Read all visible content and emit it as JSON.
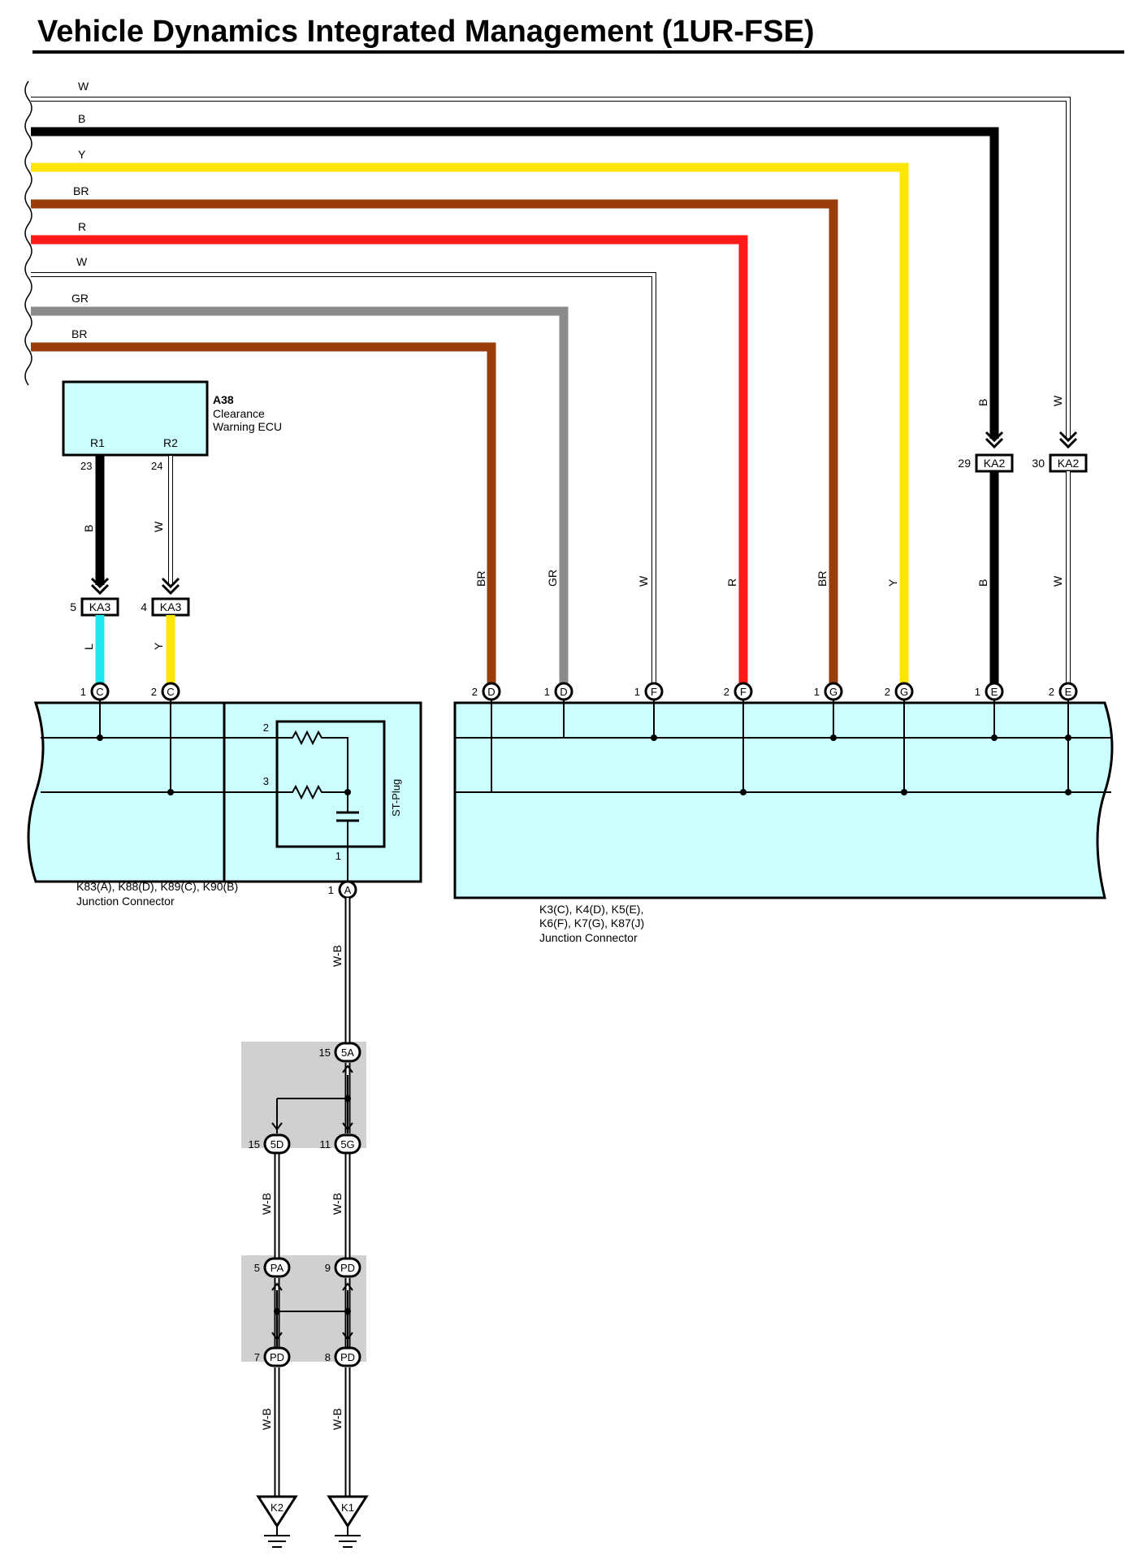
{
  "title": "Vehicle Dynamics Integrated Management (1UR-FSE)",
  "colors": {
    "W": "#ffffff",
    "B": "#000000",
    "Y": "#ffe600",
    "BR": "#9a3d0c",
    "R": "#ff1a1a",
    "GR": "#8a8a8a",
    "L": "#1fe6f0",
    "W-B": "#ffffff",
    "connector_fill": "#ccffff",
    "shade": "#d0d0d0"
  },
  "bus_wires": [
    "W",
    "B",
    "Y",
    "BR",
    "R",
    "W",
    "GR",
    "BR"
  ],
  "ecu": {
    "code": "A38",
    "name_line1": "Clearance",
    "name_line2": "Warning ECU",
    "terminals": [
      {
        "name": "R1",
        "pin": "23",
        "wire": "B",
        "connector": "KA3",
        "connector_pin": "5",
        "out_wire": "L",
        "jc_pin": "1",
        "jc_letter": "C"
      },
      {
        "name": "R2",
        "pin": "24",
        "wire": "W",
        "connector": "KA3",
        "connector_pin": "4",
        "out_wire": "Y",
        "jc_pin": "2",
        "jc_letter": "C"
      }
    ]
  },
  "ka2": [
    {
      "pin": "29",
      "label": "KA2",
      "wire": "B"
    },
    {
      "pin": "30",
      "label": "KA2",
      "wire": "W"
    }
  ],
  "right_pins": [
    {
      "pin": "2",
      "letter": "D",
      "wire": "BR"
    },
    {
      "pin": "1",
      "letter": "D",
      "wire": "GR"
    },
    {
      "pin": "1",
      "letter": "F",
      "wire": "W"
    },
    {
      "pin": "2",
      "letter": "F",
      "wire": "R"
    },
    {
      "pin": "1",
      "letter": "G",
      "wire": "BR"
    },
    {
      "pin": "2",
      "letter": "G",
      "wire": "Y"
    },
    {
      "pin": "1",
      "letter": "E",
      "wire": "B"
    },
    {
      "pin": "2",
      "letter": "E",
      "wire": "W"
    }
  ],
  "left_jc": {
    "line1": "K83(A), K88(D), K89(C), K90(B)",
    "line2": "Junction Connector",
    "st_plug": "ST-Plug",
    "resistor_pins": [
      "2",
      "3"
    ],
    "out_pin": "1",
    "out_pin_outer": "1",
    "out_letter": "A"
  },
  "right_jc": {
    "line1": "K3(C), K4(D), K5(E),",
    "line2": "K6(F), K7(G), K87(J)",
    "line3": "Junction Connector"
  },
  "ground": {
    "wire_label": "W-B",
    "j5": [
      {
        "pin": "15",
        "label": "5A"
      },
      {
        "pin": "15",
        "label": "5D"
      },
      {
        "pin": "11",
        "label": "5G"
      }
    ],
    "jp": [
      {
        "pin": "5",
        "label": "PA"
      },
      {
        "pin": "9",
        "label": "PD"
      },
      {
        "pin": "7",
        "label": "PD"
      },
      {
        "pin": "8",
        "label": "PD"
      }
    ],
    "points": [
      "K2",
      "K1"
    ]
  }
}
